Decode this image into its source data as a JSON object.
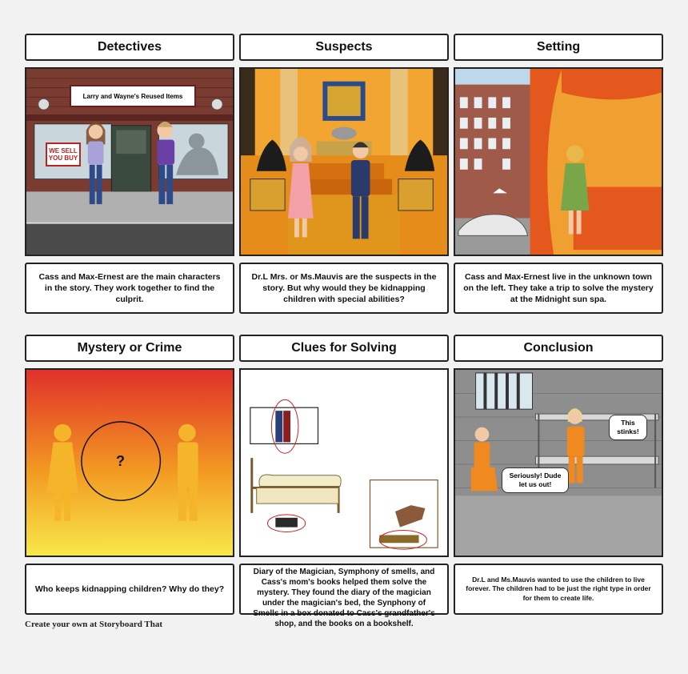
{
  "panels": [
    {
      "title": "Detectives",
      "caption": "Cass and Max-Ernest are the main characters in the story. They work together to find the culprit."
    },
    {
      "title": "Suspects",
      "caption": "Dr.L Mrs. or Ms.Mauvis are the suspects in the story. But why would they be kidnapping children with special abilities?"
    },
    {
      "title": "Setting",
      "caption": "Cass and Max-Ernest live in the unknown town on the left. They take a trip to solve the mystery at the  Midnight sun spa."
    },
    {
      "title": "Mystery or Crime",
      "caption": "Who keeps kidnapping children? Why do they?"
    },
    {
      "title": "Clues for Solving",
      "caption": "Diary of the Magician, Symphony of smells, and Cass's mom's books helped them solve the mystery. They found the diary of the magician under the magician's bed, the Synphony of Smells in a box donated to Cass's grandfather's shop, and the books on a bookshelf."
    },
    {
      "title": "Conclusion",
      "caption": "Dr.L and Ms.Mauvis wanted to use the children to live forever. The children had to be just the right type in order for them to create life."
    }
  ],
  "scene_text": {
    "store_sign": "Larry and Wayne's Reused Items",
    "window_sign": "WE SELL YOU BUY",
    "mystery_mark": "?",
    "bubble_left": "Seriously! Dude let us out!",
    "bubble_right": "This stinks!"
  },
  "footer": "Create your own at Storyboard That"
}
